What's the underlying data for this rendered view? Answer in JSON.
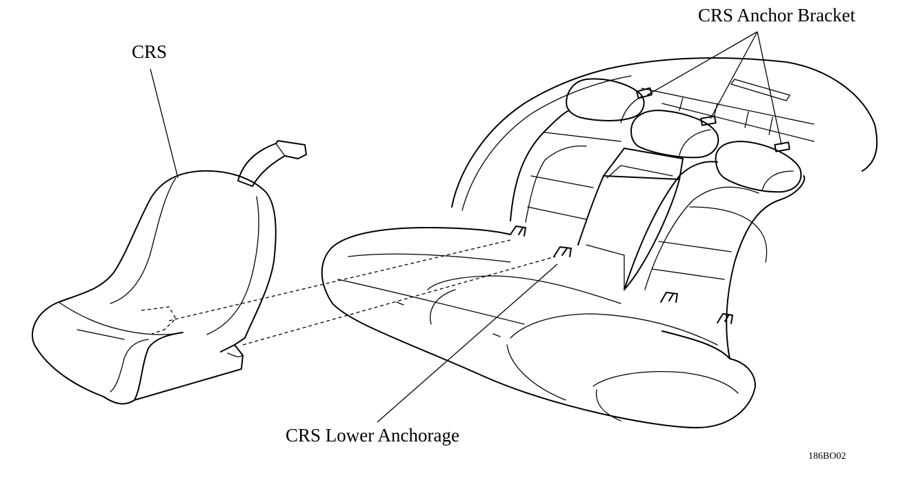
{
  "labels": {
    "crs": "CRS",
    "anchor_bracket": "CRS  Anchor Bracket",
    "lower_anchorage": "CRS Lower Anchorage",
    "figure_code": "186BO02"
  }
}
